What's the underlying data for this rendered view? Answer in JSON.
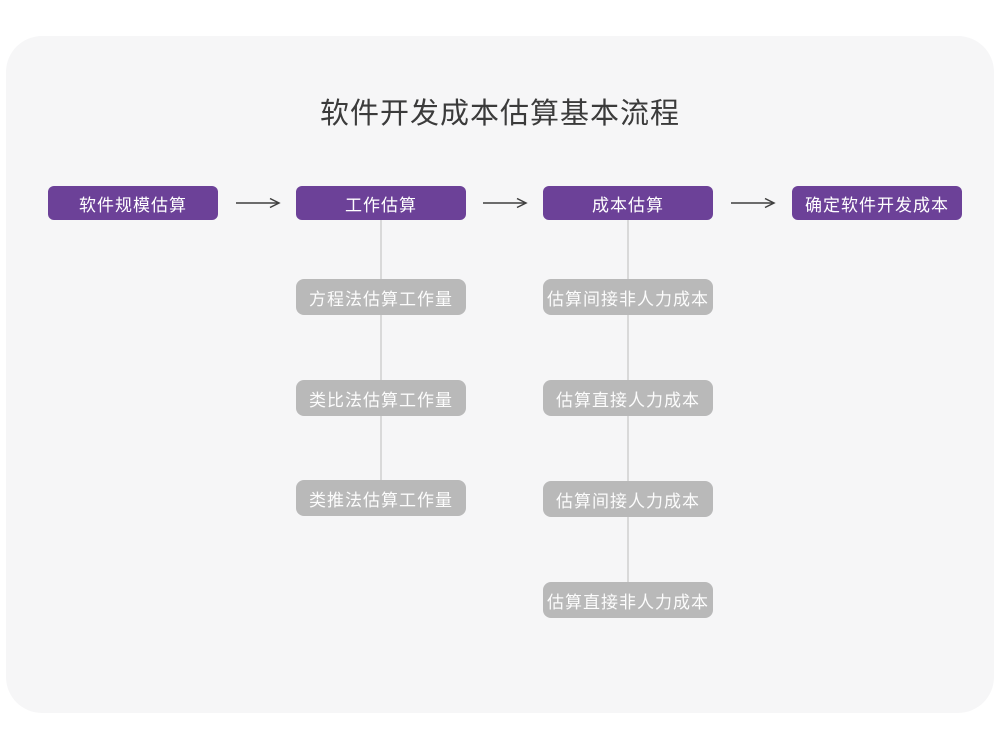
{
  "title": "软件开发成本估算基本流程",
  "flow": {
    "main_nodes": [
      {
        "label": "软件规模估算"
      },
      {
        "label": "工作估算"
      },
      {
        "label": "成本估算"
      },
      {
        "label": "确定软件开发成本"
      }
    ],
    "work_estimation_children": [
      {
        "label": "方程法估算工作量"
      },
      {
        "label": "类比法估算工作量"
      },
      {
        "label": "类推法估算工作量"
      }
    ],
    "cost_estimation_children": [
      {
        "label": "估算间接非人力成本"
      },
      {
        "label": "估算直接人力成本"
      },
      {
        "label": "估算间接人力成本"
      },
      {
        "label": "估算直接非人力成本"
      }
    ]
  },
  "icons": {
    "flow_arrow": "⟶"
  },
  "colors": {
    "primary_node_fill": "#6c4198",
    "child_node_fill": "#b9b9b9",
    "node_text": "#ffffff",
    "title_text": "#3b3b3b",
    "canvas_background": "#f6f6f7",
    "page_background": "#ffffff",
    "connector_line": "#d9d9d9",
    "arrow_stroke": "#3f3f3f"
  }
}
